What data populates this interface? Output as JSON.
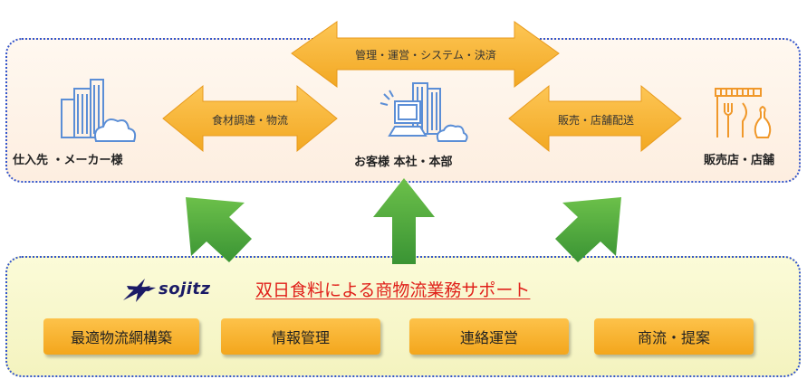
{
  "diagram": {
    "nodes": {
      "suppliers": "仕入先 ・メーカー様",
      "customer": "お客様 本社・本部",
      "retailers": "販売店・店舗"
    },
    "arrows": {
      "management": "管理・運営・システム・決済",
      "procurement": "食材調達・物流",
      "sales": "販売・店舗配送"
    },
    "support": {
      "logo_text": "sojitz",
      "headline": "双日食料による商物流業務サポート",
      "services": [
        "最適物流網構築",
        "情報管理",
        "連絡運営",
        "商流・提案"
      ]
    },
    "colors": {
      "arrow": "#f5b437",
      "green_arrow": "#46a23c",
      "icon_blue": "#5b8ed6",
      "icon_orange": "#f0982a",
      "headline": "#e0201a",
      "panel_border": "#3355cc"
    }
  }
}
